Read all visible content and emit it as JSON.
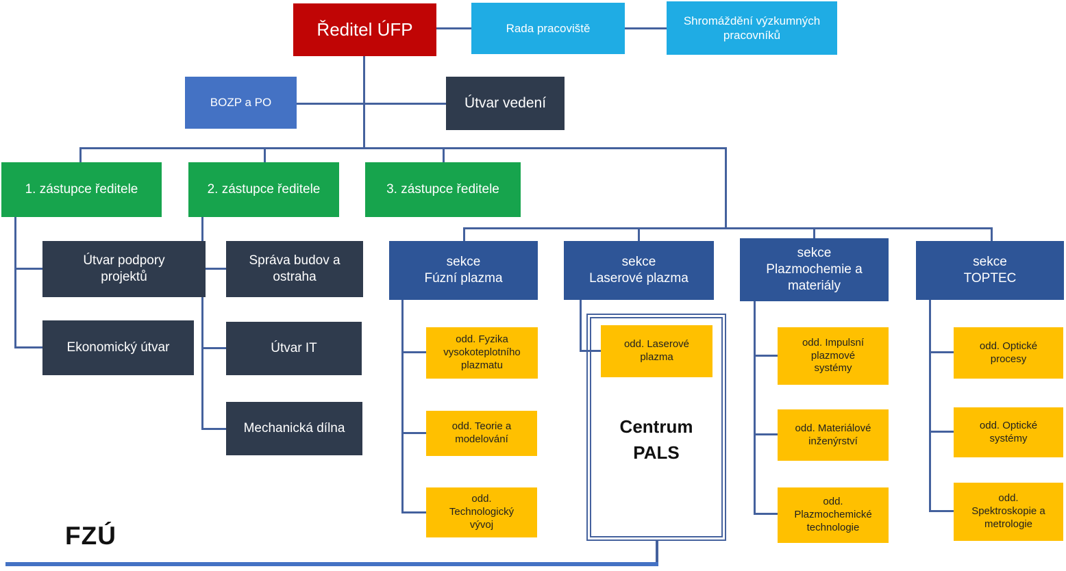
{
  "colors": {
    "director_red": "#C00505",
    "light_blue": "#1FACE4",
    "medium_blue": "#4472C4",
    "dark_navy": "#2F3B4D",
    "green": "#17A44D",
    "section_blue": "#2E5597",
    "department_yellow": "#FFC000",
    "connector_blue": "#44619D"
  },
  "nodes": {
    "director": "Ředitel ÚFP",
    "council": "Rada pracoviště",
    "assembly": "Shromáždění výzkumných\npracovníků",
    "bozp": "BOZP a PO",
    "management": "Útvar vedení",
    "deputy1": "1. zástupce ředitele",
    "deputy2": "2. zástupce ředitele",
    "deputy3": "3. zástupce ředitele",
    "project_support": "Útvar podpory\nprojektů",
    "economic": "Ekonomický útvar",
    "buildings": "Správa budov a\nostraha",
    "it": "Útvar IT",
    "workshop": "Mechanická dílna",
    "sec_fusion": "sekce\nFúzní plazma",
    "sec_laser": "sekce\nLaserové plazma",
    "sec_plasmachem": "sekce\nPlazmochemie a\nmateriály",
    "sec_toptec": "sekce\nTOPTEC",
    "dep_hightemp": "odd. Fyzika\nvysokoteplotního\nplazmatu",
    "dep_theory": "odd. Teorie a\nmodelování",
    "dep_tech": "odd.\nTechnologický\nvývoj",
    "dep_laser": "odd. Laserové\nplazma",
    "pals_center": "Centrum\nPALS",
    "dep_impulse": "odd. Impulsní\nplazmové\nsystémy",
    "dep_material": "odd. Materiálové\ninženýrství",
    "dep_plasmatech": "odd.\nPlazmochemické\ntechnologie",
    "dep_optproc": "odd. Optické\nprocesy",
    "dep_optsys": "odd. Optické\nsystémy",
    "dep_spectro": "odd.\nSpektroskopie a\nmetrologie",
    "footer_label": "FZÚ"
  }
}
